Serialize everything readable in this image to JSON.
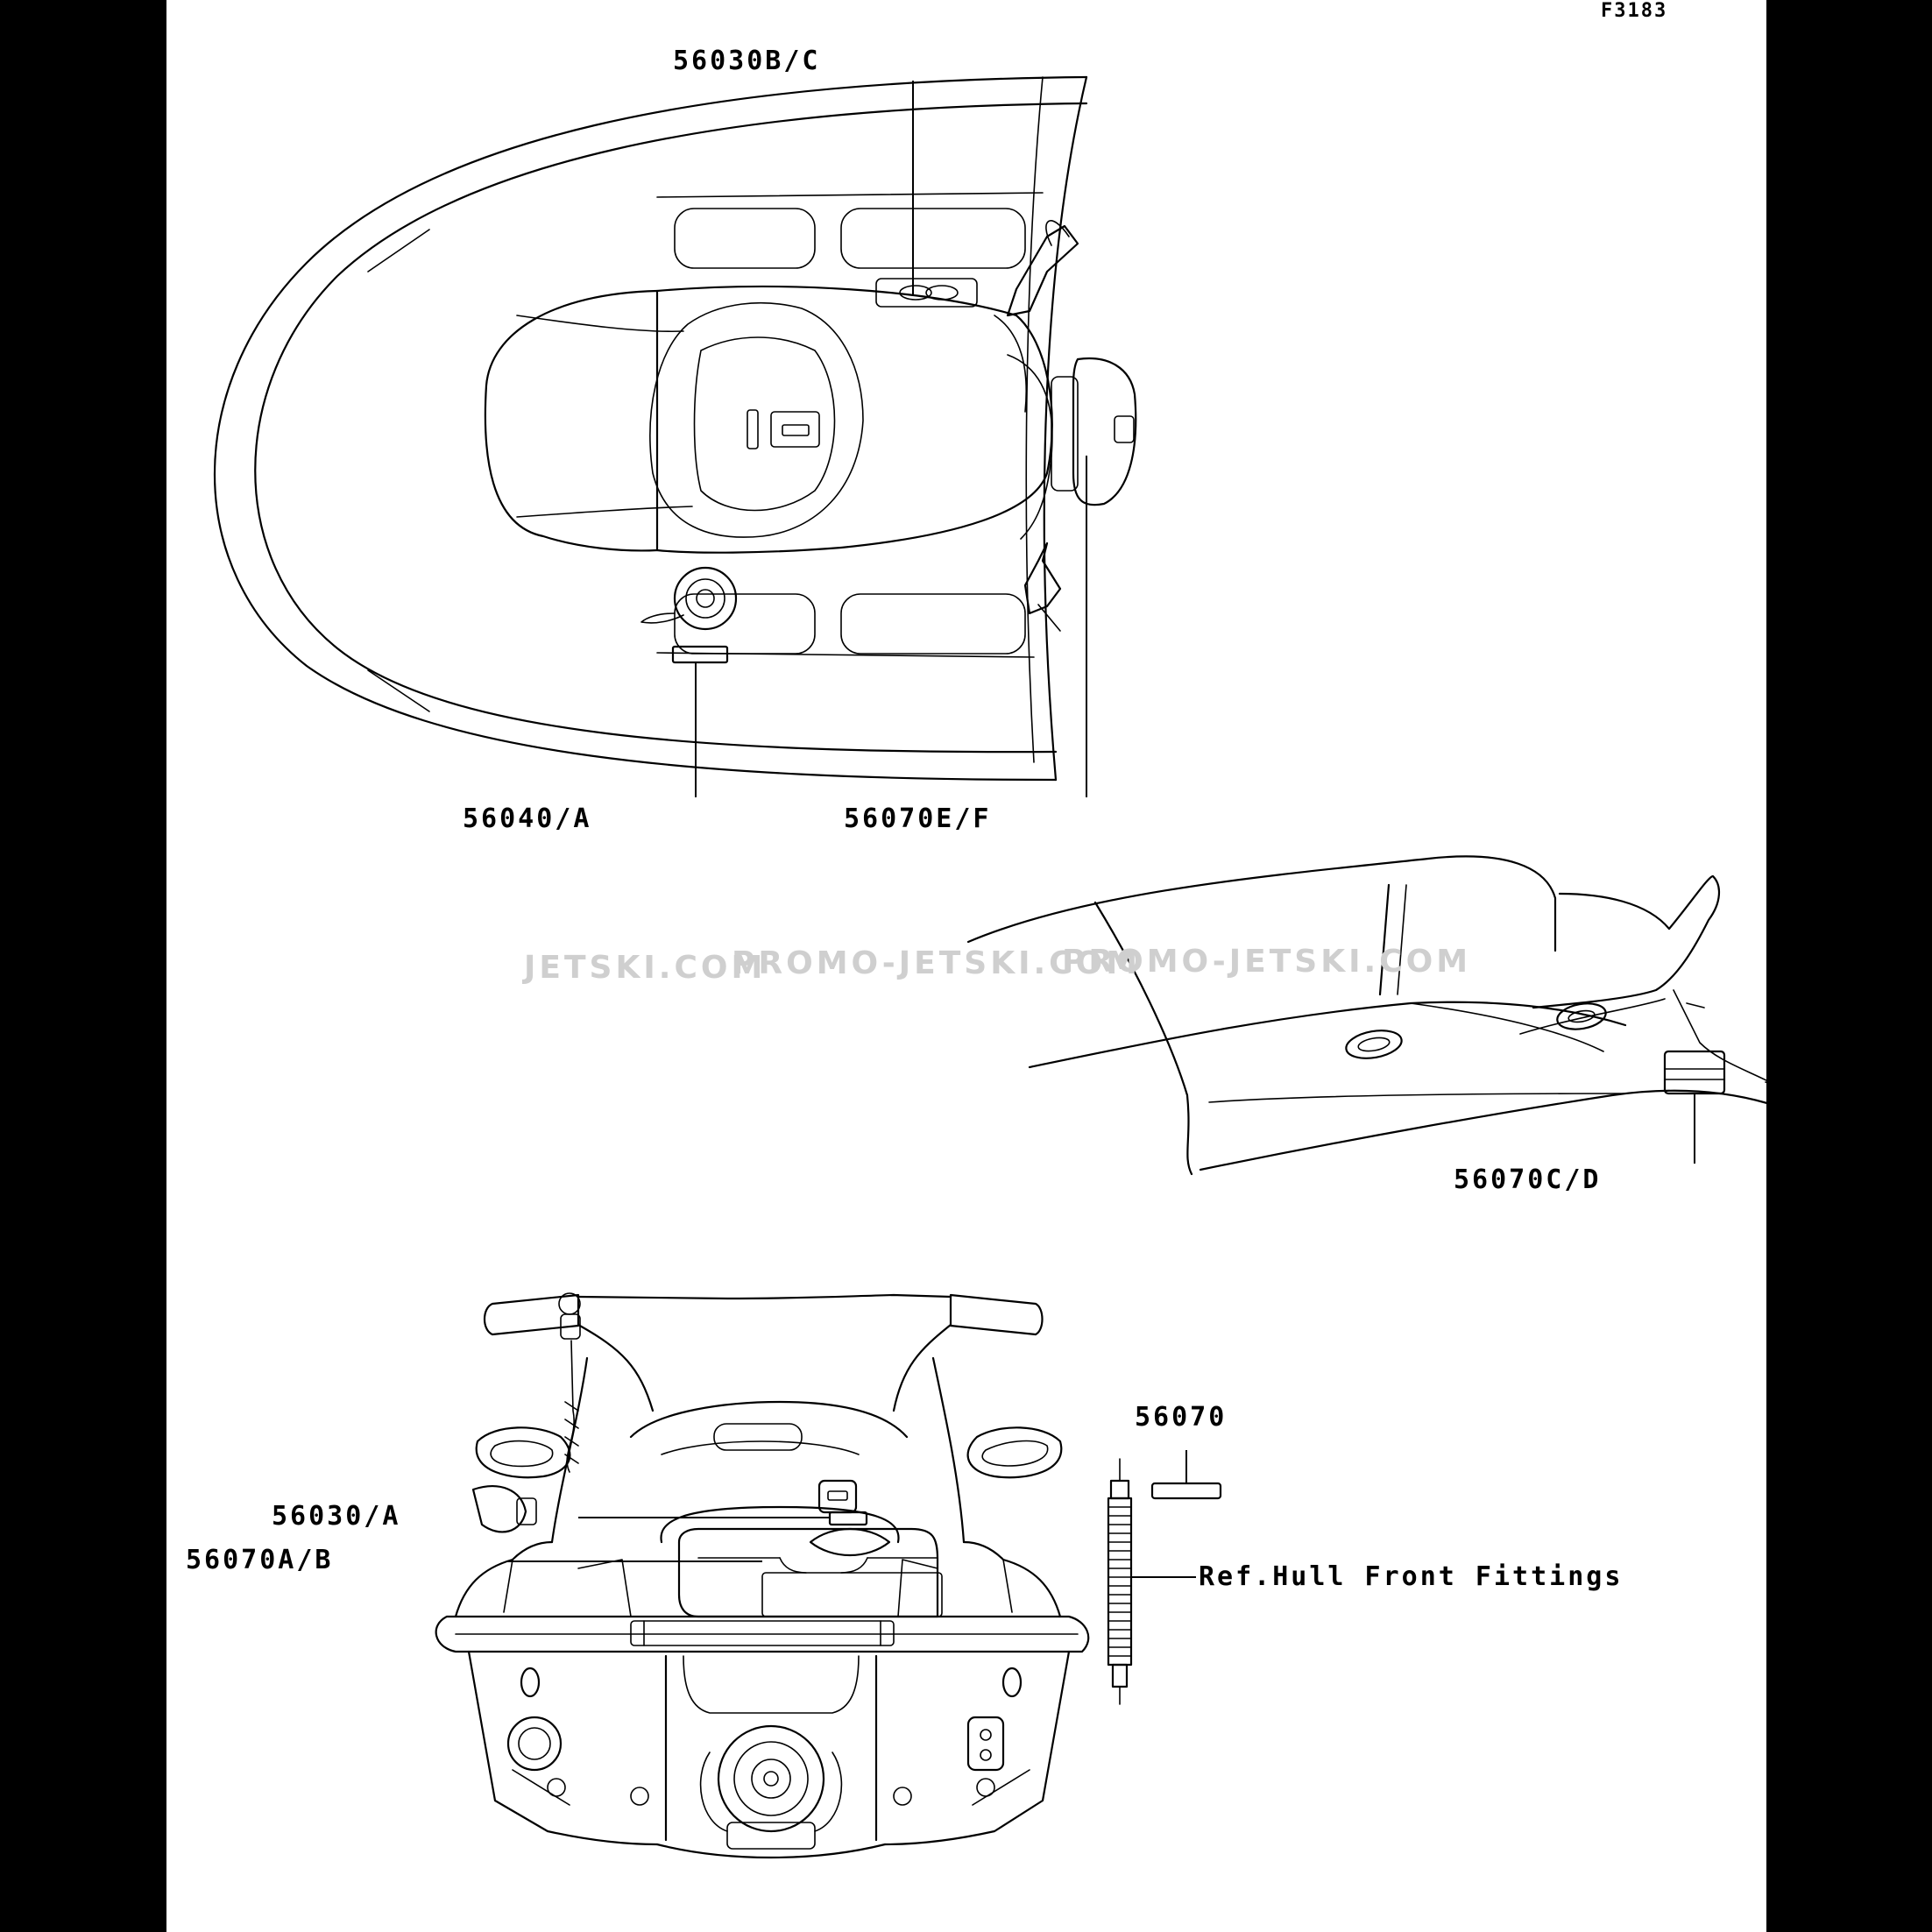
{
  "figure_code": "F3183",
  "watermarks": [
    "JETSKI.COM",
    "PROMO-JETSKI.COM",
    "PROMO-JETSKI.COM"
  ],
  "callouts": {
    "deck_front": "56030B/C",
    "deck_left": "56040/A",
    "deck_right": "56070E/F",
    "seat": "56070C/D",
    "rear_label_1": "56030/A",
    "rear_label_2": "56070A/B",
    "spare_label": "56070",
    "reference": "Ref.Hull Front Fittings"
  }
}
